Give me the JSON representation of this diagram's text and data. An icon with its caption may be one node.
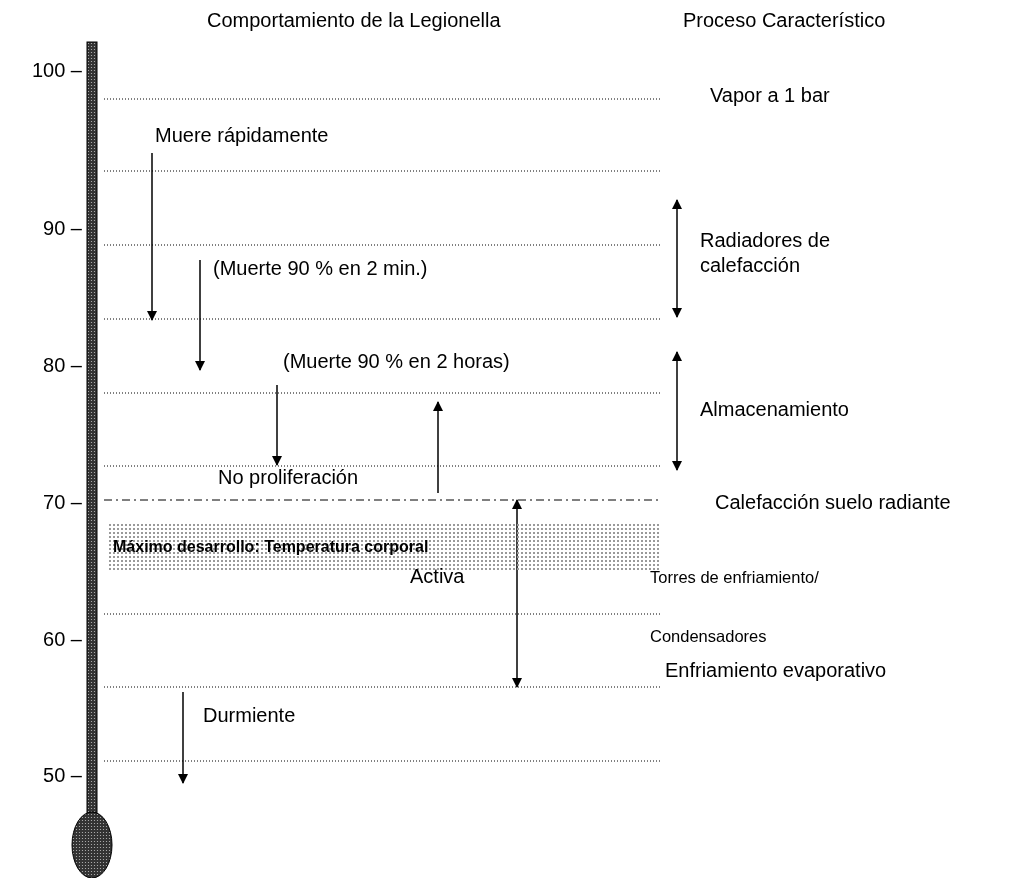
{
  "diagram": {
    "nodes": [
      {
        "text": [
          "Máximo desarrollo: Temperatura corporal"
        ]
      }
    ],
    "labels": [
      "Comportamiento de la Legionella",
      "Proceso Característico",
      "100 –",
      "Vapor a 1 bar",
      "Muere rápidamente",
      "90 –",
      "Radiadores de calefacción",
      "(Muerte 90 % en 2 min.)",
      "80 –",
      "(Muerte 90 % en 2 horas)",
      "Almacenamiento",
      "No proliferación",
      "70 –",
      "Calefacción suelo radiante",
      "Activa",
      "Torres de enfriamiento/",
      "60 –",
      "Condensadores",
      "Enfriamiento evaporativo",
      "Durmiente",
      "50 –"
    ]
  }
}
